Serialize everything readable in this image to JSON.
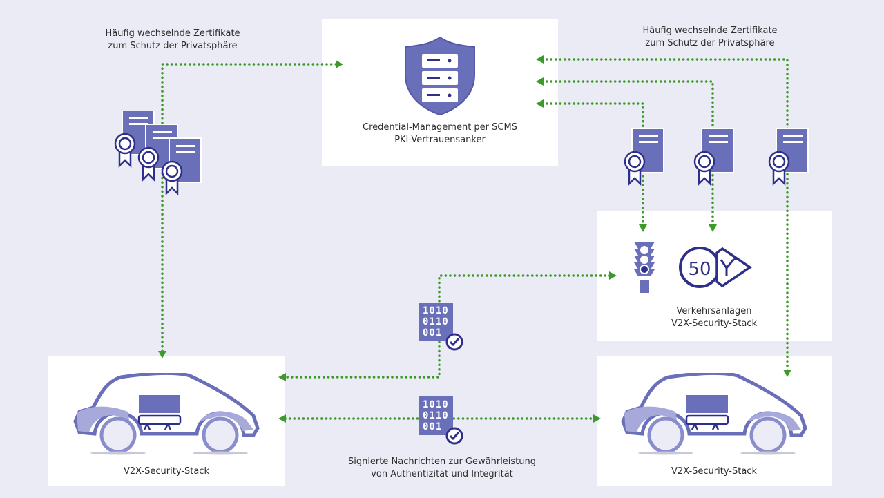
{
  "colors": {
    "background": "#ebebf5",
    "box": "#ffffff",
    "icon_fill": "#6a6fb9",
    "icon_stroke": "#2e2f8a",
    "connector": "#3d9a2a",
    "text": "#2e2e2e"
  },
  "captions": {
    "left_certificates": [
      "Häufig wechselnde Zertifikate",
      "zum Schutz der Privatsphäre"
    ],
    "right_certificates": [
      "Häufig wechselnde Zertifikate",
      "zum Schutz der Privatsphäre"
    ],
    "signed_messages": [
      "Signierte Nachrichten zur Gewährleistung",
      "von Authentizität und Integrität"
    ]
  },
  "nodes": {
    "scms": {
      "icon": "shield-server-icon",
      "label": [
        "Credential-Management per SCMS",
        "PKI-Vertrauensanker"
      ]
    },
    "infrastructure": {
      "icons": [
        "traffic-light-icon",
        "speed-limit-sign-icon",
        "road-junction-sign-icon"
      ],
      "speed_limit": "50",
      "label": [
        "Verkehrsanlagen",
        "V2X-Security-Stack"
      ]
    },
    "vehicle_left": {
      "icon": "car-icon",
      "label": "V2X-Security-Stack"
    },
    "vehicle_right": {
      "icon": "car-icon",
      "label": "V2X-Security-Stack"
    }
  },
  "messages": {
    "binary_lines": [
      "1010",
      "0110",
      "001"
    ]
  },
  "certificates": {
    "left_stack_count": 3,
    "right_count": 3
  }
}
